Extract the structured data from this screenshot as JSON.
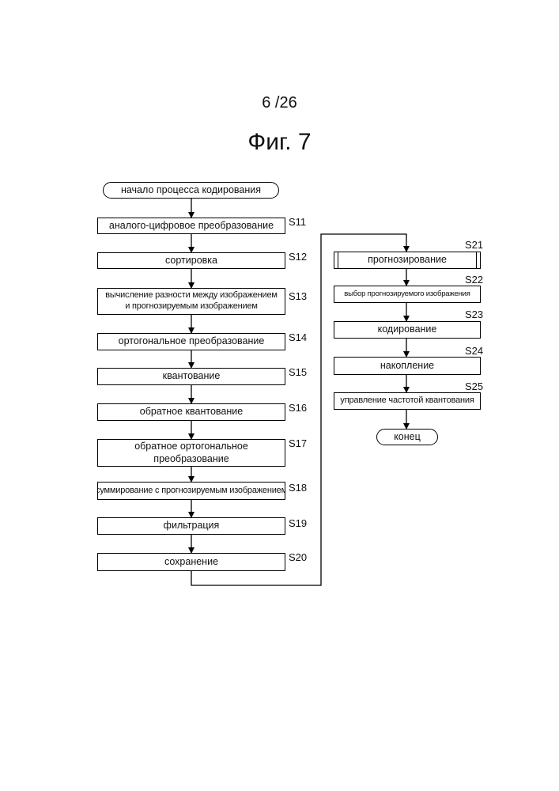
{
  "header": {
    "page_number": "6 /26",
    "figure_title": "Фиг. 7"
  },
  "flow": {
    "start": "начало процесса кодирования",
    "end": "конец",
    "steps": [
      {
        "id": "S11",
        "label": "аналого-цифровое преобразование"
      },
      {
        "id": "S12",
        "label": "сортировка"
      },
      {
        "id": "S13",
        "label": "вычисление разности между изображением и прогнозируемым изображением",
        "line1": "вычисление разности между изображением",
        "line2": "и прогнозируемым изображением"
      },
      {
        "id": "S14",
        "label": "ортогональное преобразование"
      },
      {
        "id": "S15",
        "label": "квантование"
      },
      {
        "id": "S16",
        "label": "обратное квантование"
      },
      {
        "id": "S17",
        "label": "обратное ортогональное преобразование",
        "line1": "обратное ортогональное",
        "line2": "преобразование"
      },
      {
        "id": "S18",
        "label": "суммирование с прогнозируемым изображением"
      },
      {
        "id": "S19",
        "label": "фильтрация"
      },
      {
        "id": "S20",
        "label": "сохранение"
      },
      {
        "id": "S21",
        "label": "прогнозирование"
      },
      {
        "id": "S22",
        "label": "выбор прогнозируемого изображения"
      },
      {
        "id": "S23",
        "label": "кодирование"
      },
      {
        "id": "S24",
        "label": "накопление"
      },
      {
        "id": "S25",
        "label": "управление частотой квантования"
      }
    ]
  }
}
